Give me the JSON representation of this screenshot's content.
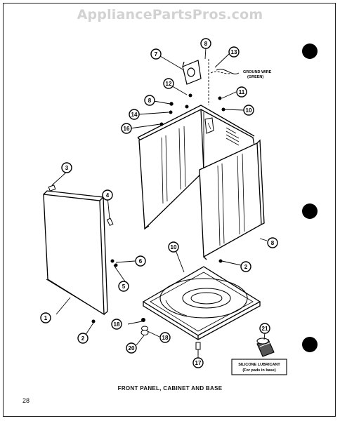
{
  "watermark": "AppliancePartsPros.com",
  "caption": "FRONT PANEL, CABINET AND BASE",
  "page_number": "28",
  "ground_wire_note": {
    "line1": "GROUND WIRE",
    "line2": "(GREEN)"
  },
  "lubricant_box": {
    "line1": "SILICONE LUBRICANT",
    "line2": "(For pads in base)"
  },
  "callouts": {
    "c1": "1",
    "c2a": "2",
    "c2b": "2",
    "c3": "3",
    "c4": "4",
    "c5": "5",
    "c6": "6",
    "c7": "7",
    "c8a": "8",
    "c8b": "8",
    "c8c": "8",
    "c10a": "10",
    "c10b": "10",
    "c11": "11",
    "c12": "12",
    "c13": "13",
    "c14": "14",
    "c16": "16",
    "c17": "17",
    "c18a": "18",
    "c18b": "18",
    "c20": "20",
    "c21": "21"
  }
}
